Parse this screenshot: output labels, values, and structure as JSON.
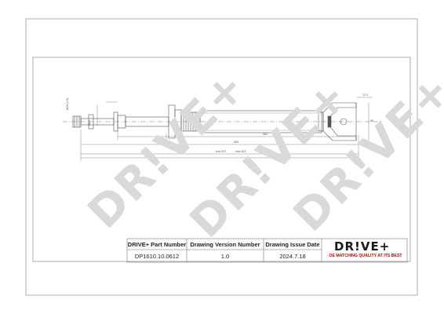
{
  "watermark": {
    "text": "DR!VE+"
  },
  "title_block": {
    "headers": [
      "DRIVE+ Part Number",
      "Drawing Version Number",
      "Drawing Issue Date"
    ],
    "values": [
      "DP1610.10.0612",
      "1.0",
      "2024.7.18"
    ]
  },
  "logo": {
    "main": "DR!VE+",
    "tagline": "OE MATCHING QUALITY AT ITS BEST",
    "accent_color": "#c00000"
  },
  "dimensions": {
    "m10": "M10 (1.5)",
    "d16": "Ø16",
    "len_a": "403",
    "len_b": "384",
    "stroke": "max.611",
    "min": "min.423",
    "d12": "12.5",
    "d55": "55"
  }
}
